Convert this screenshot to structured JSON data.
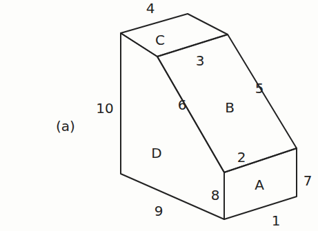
{
  "diagram": {
    "labels": [
      "4",
      "C",
      "3",
      "(a)",
      "10",
      "6",
      "B",
      "5",
      "D",
      "2",
      "8",
      "A",
      "7",
      "9",
      "1"
    ]
  }
}
